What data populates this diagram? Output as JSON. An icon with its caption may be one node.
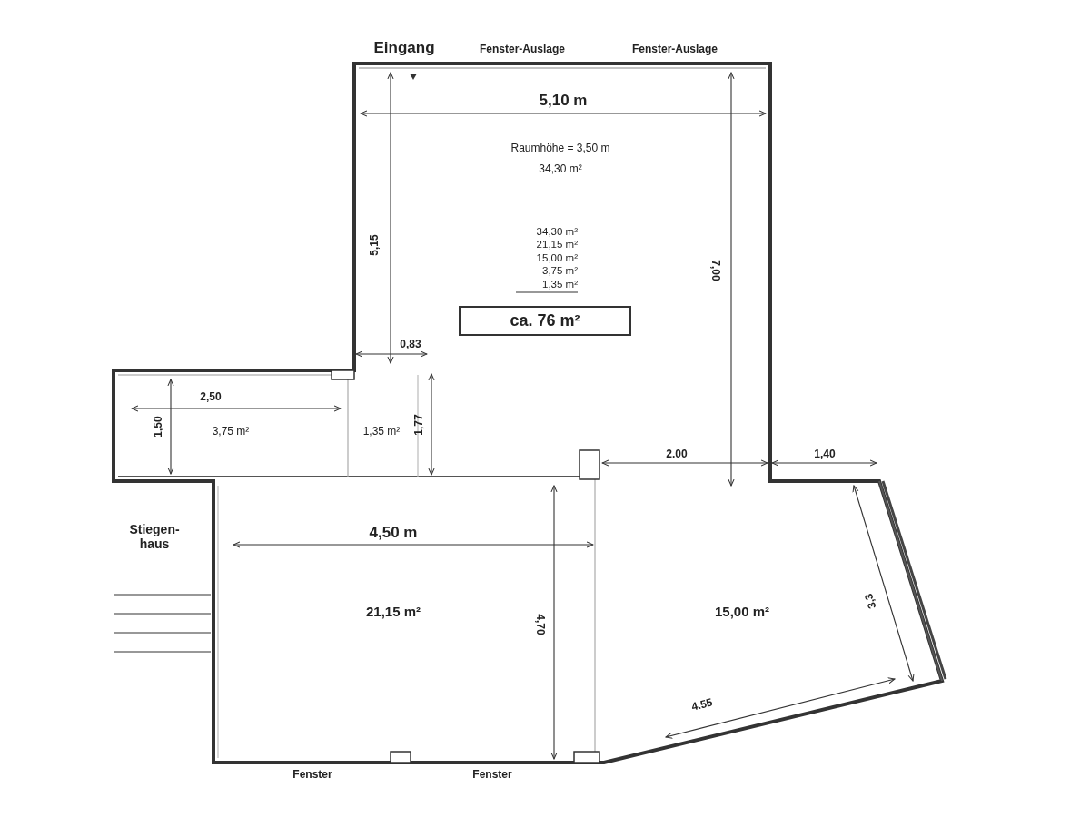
{
  "diagram": {
    "nodes": [
      {
        "text": [
          "ca. 76 m²"
        ]
      }
    ],
    "labels": [
      "Eingang",
      "Fenster-Auslage",
      "Fenster-Auslage",
      "5,10 m",
      "Raumhöhe = 3,50 m",
      "34,30 m²",
      "5,15",
      "7,00",
      "34,30 m²",
      "21,15 m²",
      "15,00 m²",
      "3,75 m²",
      "1,35 m²",
      "0,83",
      "2,50",
      "1,50",
      "3,75 m²",
      "1,35 m²",
      "1,77",
      "Stiegen- haus",
      "4,50 m",
      "2.00",
      "1,40",
      "21,15 m²",
      "4,70",
      "15,00 m²",
      "3,3",
      "4.55",
      "Fenster",
      "Fenster"
    ]
  }
}
